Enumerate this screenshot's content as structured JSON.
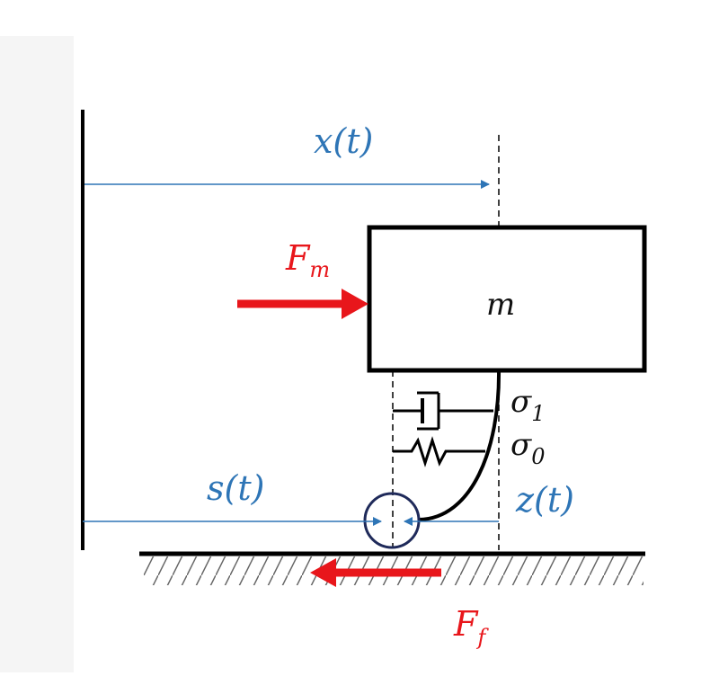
{
  "labels": {
    "x_t": "x(t)",
    "F_m_main": "F",
    "F_m_sub": "m",
    "mass": "m",
    "sigma1_main": "σ",
    "sigma1_sub": "1",
    "sigma0_main": "σ",
    "sigma0_sub": "0",
    "s_t": "s(t)",
    "z_t": "z(t)",
    "F_f_main": "F",
    "F_f_sub": "f"
  },
  "colors": {
    "displacement": "#2e75b6",
    "force": "#e8161b",
    "structure": "#000000"
  }
}
